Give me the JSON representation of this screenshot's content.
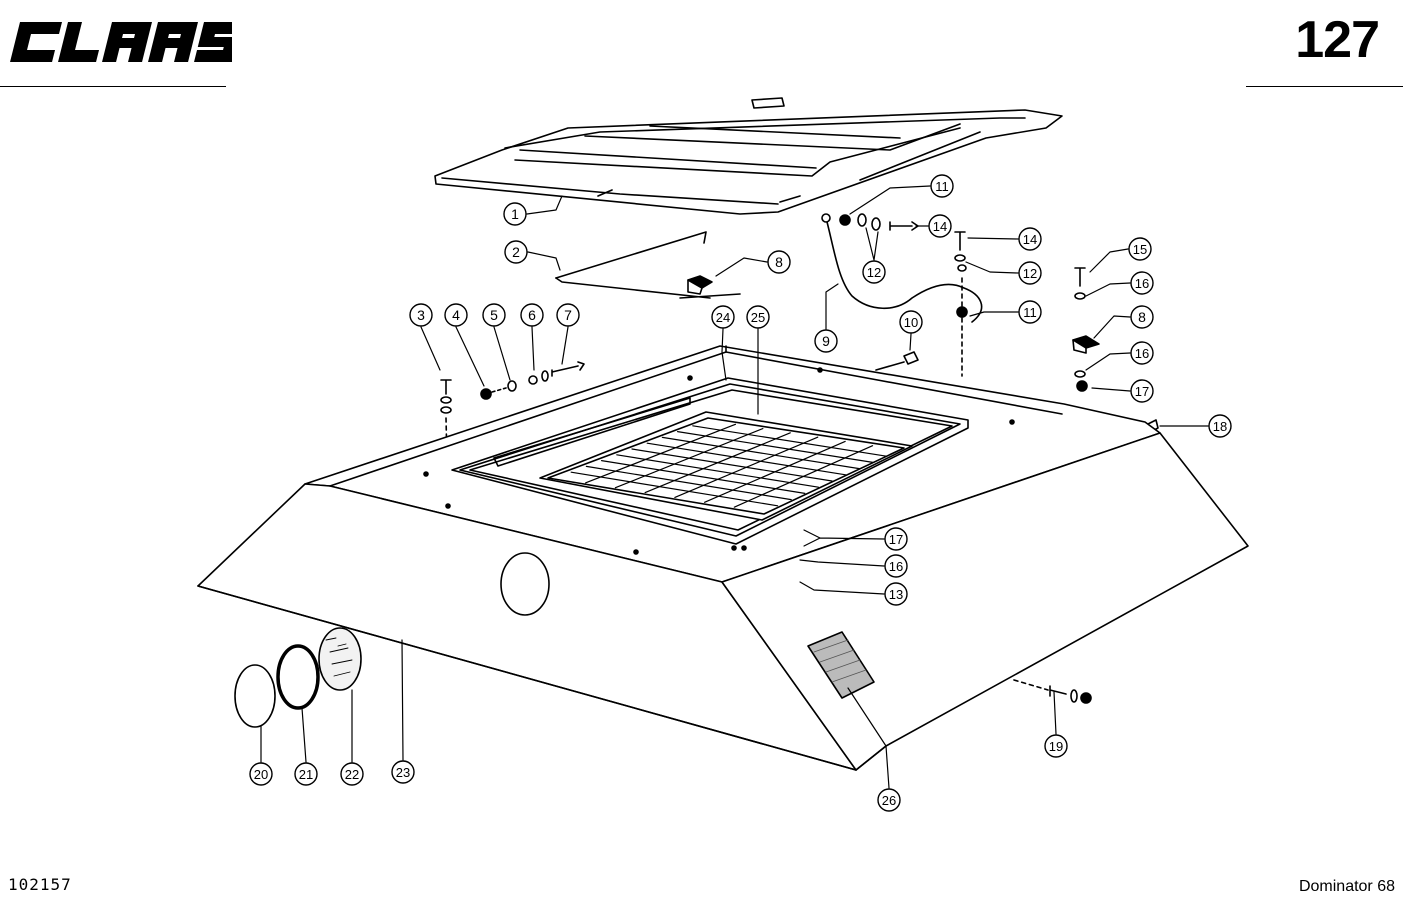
{
  "header": {
    "brand": "CLAAS",
    "page_number": "127"
  },
  "footer": {
    "doc_number": "102157",
    "model": "Dominator 68"
  },
  "callouts": [
    {
      "id": "1"
    },
    {
      "id": "2"
    },
    {
      "id": "3"
    },
    {
      "id": "4"
    },
    {
      "id": "5"
    },
    {
      "id": "6"
    },
    {
      "id": "7"
    },
    {
      "id": "8"
    },
    {
      "id": "8"
    },
    {
      "id": "9"
    },
    {
      "id": "10"
    },
    {
      "id": "11"
    },
    {
      "id": "11"
    },
    {
      "id": "12"
    },
    {
      "id": "12"
    },
    {
      "id": "13"
    },
    {
      "id": "14"
    },
    {
      "id": "14"
    },
    {
      "id": "15"
    },
    {
      "id": "16"
    },
    {
      "id": "16"
    },
    {
      "id": "16"
    },
    {
      "id": "17"
    },
    {
      "id": "17"
    },
    {
      "id": "18"
    },
    {
      "id": "19"
    },
    {
      "id": "20"
    },
    {
      "id": "21"
    },
    {
      "id": "22"
    },
    {
      "id": "23"
    },
    {
      "id": "24"
    },
    {
      "id": "25"
    },
    {
      "id": "26"
    }
  ]
}
